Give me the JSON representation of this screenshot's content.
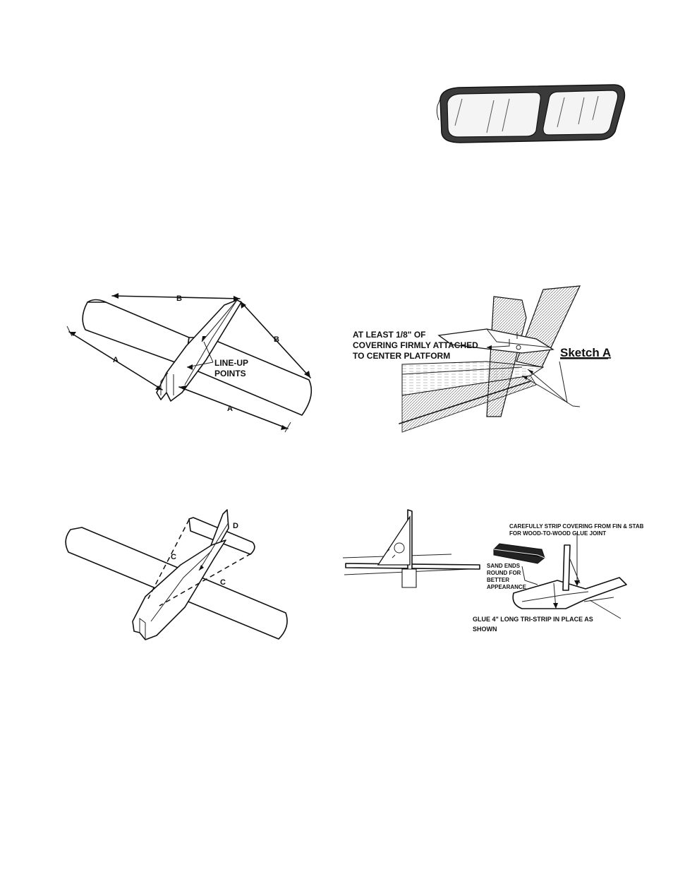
{
  "windshield": {},
  "wing_alignment": {
    "dimension_a": "A",
    "dimension_b": "B",
    "lineup_label_1": "LINE-UP",
    "lineup_label_2": "POINTS"
  },
  "sketch_a": {
    "title": "Sketch A",
    "note_line_1": "AT LEAST 1/8\" OF",
    "note_line_2": "COVERING FIRMLY ATTACHED",
    "note_line_3": "TO CENTER PLATFORM"
  },
  "tail_alignment": {
    "dimension_c": "C",
    "dimension_d": "D"
  },
  "tri_strip": {
    "strip_note_1": "CAREFULLY  STRIP COVERING FROM FIN & STAB",
    "strip_note_2": "FOR WOOD-TO-WOOD GLUE JOINT",
    "sand_note_1": "SAND ENDS",
    "sand_note_2": "ROUND FOR",
    "sand_note_3": "BETTER",
    "sand_note_4": "APPEARANCE",
    "glue_note_1": "GLUE  4\" LONG TRI-STRIP IN PLACE AS",
    "glue_note_2": "SHOWN"
  }
}
